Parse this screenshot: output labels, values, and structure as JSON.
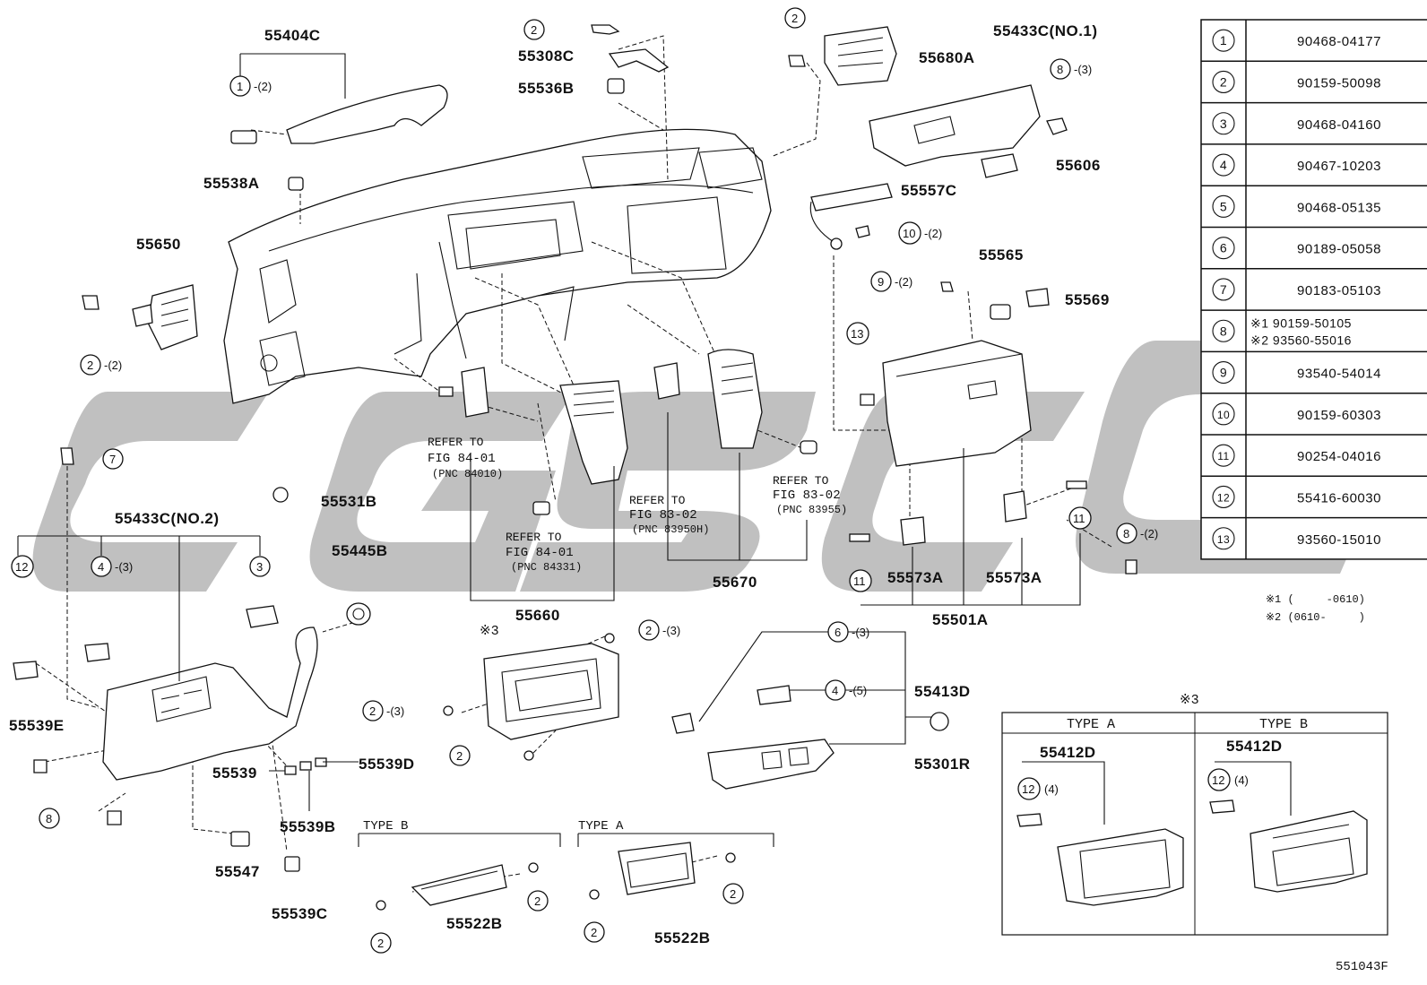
{
  "watermark_color": "#bdbdbd",
  "diagram_id": "551043F",
  "parts_table": [
    {
      "no": "1",
      "part": "90468-04177"
    },
    {
      "no": "2",
      "part": "90159-50098"
    },
    {
      "no": "3",
      "part": "90468-04160"
    },
    {
      "no": "4",
      "part": "90467-10203"
    },
    {
      "no": "5",
      "part": "90468-05135"
    },
    {
      "no": "6",
      "part": "90189-05058"
    },
    {
      "no": "7",
      "part": "90183-05103"
    },
    {
      "no": "8",
      "part": "※1 90159-50105",
      "part2": "※2 93560-55016"
    },
    {
      "no": "9",
      "part": "93540-54014"
    },
    {
      "no": "10",
      "part": "90159-60303"
    },
    {
      "no": "11",
      "part": "90254-04016"
    },
    {
      "no": "12",
      "part": "55416-60030"
    },
    {
      "no": "13",
      "part": "93560-15010"
    }
  ],
  "notes": {
    "n1": "※1 (     -0610)",
    "n2": "※2 (0610-     )"
  },
  "callouts": {
    "p55404C": "55404C",
    "p55308C": "55308C",
    "p55536B": "55536B",
    "p55680A": "55680A",
    "p55433C1": "55433C(NO.1)",
    "p55606": "55606",
    "p55538A": "55538A",
    "p55557C": "55557C",
    "p55650": "55650",
    "p55565": "55565",
    "p55569": "55569",
    "p55531B": "55531B",
    "p55433C2": "55433C(NO.2)",
    "p55445B": "55445B",
    "p55660": "55660",
    "p55670": "55670",
    "p55573A_1": "55573A",
    "p55573A_2": "55573A",
    "p55501A": "55501A",
    "p55539E": "55539E",
    "p55539": "55539",
    "p55539D": "55539D",
    "p55539B": "55539B",
    "p55547": "55547",
    "p55539C": "55539C",
    "p55522B_1": "55522B",
    "p55522B_2": "55522B",
    "p55413D": "55413D",
    "p55301R": "55301R",
    "p55412D_1": "55412D",
    "p55412D_2": "55412D"
  },
  "refs": {
    "r1": [
      "REFER TO",
      "FIG 84-01",
      "(PNC 84010)"
    ],
    "r2": [
      "REFER TO",
      "FIG 84-01",
      "(PNC 84331)"
    ],
    "r3": [
      "REFER TO",
      "FIG 83-02",
      "(PNC 83950H)"
    ],
    "r4": [
      "REFER TO",
      "FIG 83-02",
      "(PNC 83955)"
    ]
  },
  "type_labels": {
    "typeB_bottom": "TYPE B",
    "typeA_bottom": "TYPE A",
    "inset_A": "TYPE A",
    "inset_B": "TYPE B",
    "inset_mark": "※3",
    "ac_mark": "※3"
  },
  "qty": {
    "q1_2": "-(2)",
    "q2_2a": "-(2)",
    "q2_3a": "-(3)",
    "q2_3b": "-(3)",
    "q8_3": "-(3)",
    "q10_2": "-(2)",
    "q9_2": "-(2)",
    "q4_3": "-(3)",
    "q6_3": "-(3)",
    "q4_5": "-(5)",
    "q8_2": "-(2)",
    "q12_4a": "(4)",
    "q12_4b": "(4)"
  }
}
